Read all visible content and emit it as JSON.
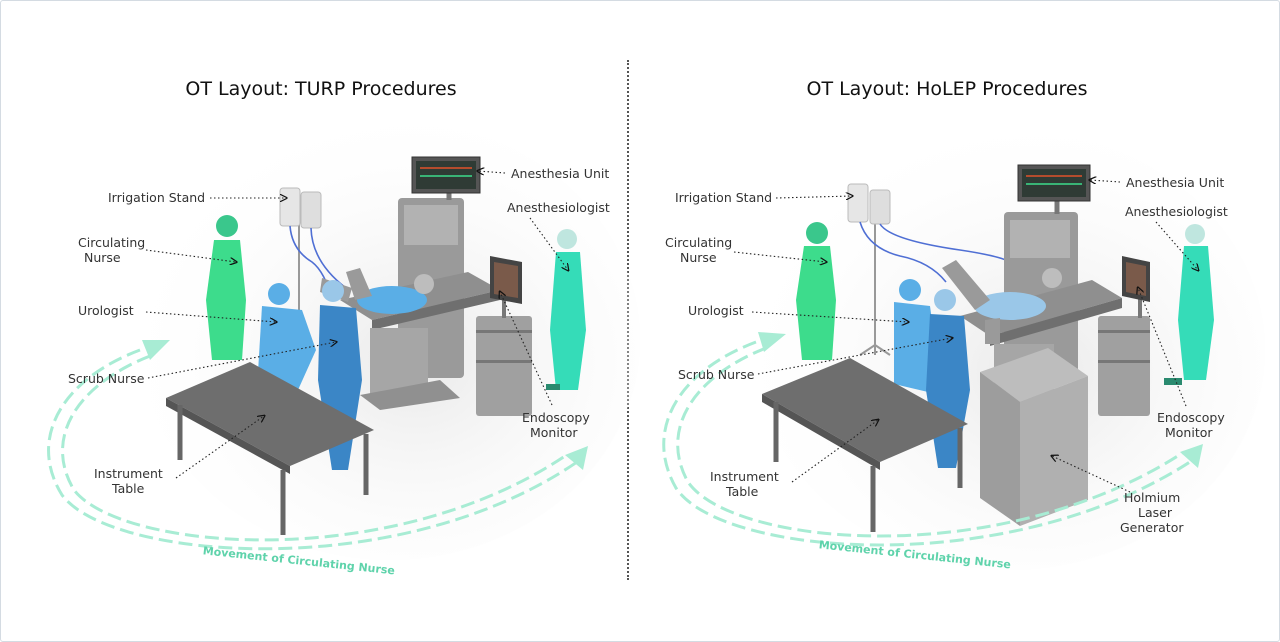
{
  "panels": [
    {
      "title": "OT Layout: TURP Procedures",
      "labels": {
        "irrigation_stand": "Irrigation Stand",
        "circulating_nurse": [
          "Circulating",
          "Nurse"
        ],
        "urologist": "Urologist",
        "scrub_nurse": "Scrub Nurse",
        "instrument_table": [
          "Instrument",
          "Table"
        ],
        "anesthesia_unit": "Anesthesia Unit",
        "anesthesiologist": "Anesthesiologist",
        "endoscopy_monitor": [
          "Endoscopy",
          "Monitor"
        ]
      },
      "movement_label": "Movement of Circulating Nurse"
    },
    {
      "title": "OT Layout: HoLEP Procedures",
      "labels": {
        "irrigation_stand": "Irrigation Stand",
        "circulating_nurse": [
          "Circulating",
          "Nurse"
        ],
        "urologist": "Urologist",
        "scrub_nurse": "Scrub Nurse",
        "instrument_table": [
          "Instrument",
          "Table"
        ],
        "anesthesia_unit": "Anesthesia Unit",
        "anesthesiologist": "Anesthesiologist",
        "endoscopy_monitor": [
          "Endoscopy",
          "Monitor"
        ],
        "holmium_laser_generator": [
          "Holmium",
          "Laser",
          "Generator"
        ]
      },
      "movement_label": "Movement of Circulating Nurse"
    }
  ],
  "colors": {
    "staff_green": "#3ddc8c",
    "anesthetist_teal": "#35dcb8",
    "surgeon_blue": "#5aaee6",
    "scrub_blue": "#3b86c6",
    "equipment_gray": "#8c8c8c",
    "movement_path": "#a8ecd4"
  }
}
